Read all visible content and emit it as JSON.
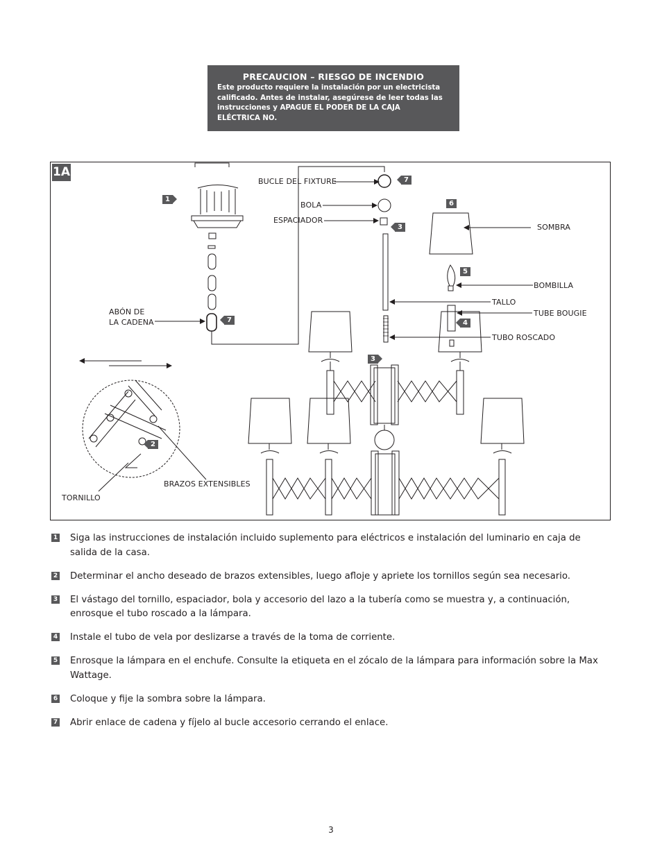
{
  "warning": {
    "title": "PRECAUCION – RIESGO DE INCENDIO",
    "line1": "Este producto requiere la instalación por un electricista",
    "line2": "calificado. Antes de instalar, asegúrese de leer todas las",
    "line3": "instrucciones y APAGUE EL PODER DE LA CAJA",
    "line4": "ELÉCTRICA NO."
  },
  "figure": {
    "tag": "1A",
    "labels": {
      "loop": "BUCLE DEL FIXTURE",
      "ball": "BOLA",
      "spacer": "ESPACIADOR",
      "shade": "SOMBRA",
      "bulb": "BOMBILLA",
      "stem": "TALLO",
      "candle_tube": "TUBE BOUGIE",
      "threaded_tube": "TUBO ROSCADO",
      "chain_link_1": "ABÓN DE",
      "chain_link_2": "LA CADENA",
      "arms": "BRAZOS EXTENSIBLES",
      "screw": "TORNILLO"
    },
    "badges": {
      "canopy": "1",
      "loop": "7",
      "shade": "6",
      "spacer": "3",
      "bulb": "5",
      "candle_tube": "4",
      "chain": "7",
      "body": "3",
      "arms": "2"
    }
  },
  "steps": [
    {
      "num": "1",
      "text": "Siga las instrucciones de instalación incluido suplemento para eléctricos e instalación del luminario en caja de salida de la casa."
    },
    {
      "num": "2",
      "text": "Determinar el ancho deseado de brazos extensibles, luego afloje y apriete los tornillos según sea necesario."
    },
    {
      "num": "3",
      "text": "El vástago del tornillo, espaciador, bola y accesorio del lazo a la tubería como se muestra y, a continuación, enrosque el tubo roscado a la lámpara."
    },
    {
      "num": "4",
      "text": "Instale el tubo de vela por deslizarse a través de la toma de corriente."
    },
    {
      "num": "5",
      "text": "Enrosque la lámpara en el enchufe. Consulte la etiqueta en el zócalo de la lámpara para información sobre la Max Wattage."
    },
    {
      "num": "6",
      "text": "Coloque y fije la sombra sobre la lámpara."
    },
    {
      "num": "7",
      "text": "Abrir enlace de cadena y fíjelo al bucle accesorio cerrando el enlace."
    }
  ],
  "page_number": "3"
}
